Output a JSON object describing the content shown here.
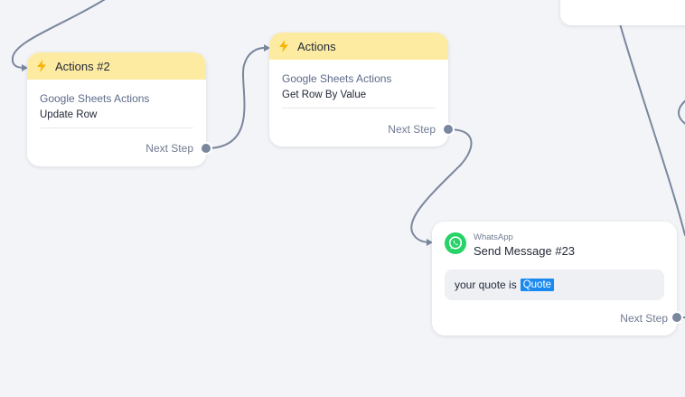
{
  "nodes": {
    "actions2": {
      "title": "Actions #2",
      "sub_label": "Google Sheets Actions",
      "main_label": "Update Row",
      "next_step": "Next Step"
    },
    "actions": {
      "title": "Actions",
      "sub_label": "Google Sheets Actions",
      "main_label": "Get Row By Value",
      "next_step": "Next Step"
    },
    "whatsapp": {
      "channel": "WhatsApp",
      "title": "Send Message #23",
      "message_text": "your quote is",
      "variable": "Quote",
      "next_step": "Next Step"
    }
  },
  "colors": {
    "canvas_bg": "#f3f4f7",
    "action_header": "#feeba2",
    "bolt": "#f5b400",
    "connector": "#7a869d",
    "whatsapp_green": "#25d366",
    "variable_chip": "#1b8af0"
  },
  "icons": {
    "action": "lightning-bolt-icon",
    "whatsapp": "whatsapp-icon"
  }
}
